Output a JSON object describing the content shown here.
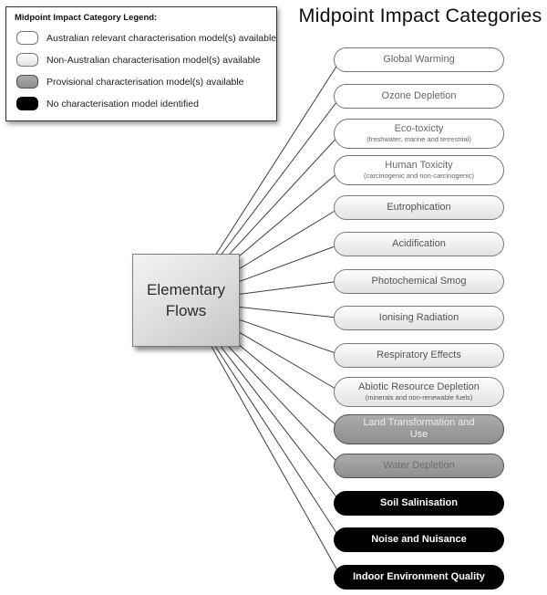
{
  "title": "Midpoint Impact Categories",
  "legend": {
    "title": "Midpoint Impact Category Legend:",
    "items": [
      {
        "label": "Australian relevant characterisation model(s) available",
        "variant": "australian",
        "swatch_color": "#ffffff"
      },
      {
        "label": "Non-Australian characterisation model(s) available",
        "variant": "non_australian",
        "swatch_color": "#ededed"
      },
      {
        "label": "Provisional characterisation model(s) available",
        "variant": "provisional",
        "swatch_color": "#9b9b9b"
      },
      {
        "label": "No characterisation model identified",
        "variant": "none",
        "swatch_color": "#000000"
      }
    ]
  },
  "source_node": {
    "label": "Elementary Flows"
  },
  "categories": [
    {
      "label": "Global Warming",
      "variant": "australian"
    },
    {
      "label": "Ozone Depletion",
      "variant": "australian"
    },
    {
      "label": "Eco-toxicty",
      "sublabel": "(freshwater, marine and terrestrial)",
      "variant": "australian"
    },
    {
      "label": "Human Toxicity",
      "sublabel": "(carcinogenic and non-carcinogenic)",
      "variant": "australian"
    },
    {
      "label": "Eutrophication",
      "variant": "non_australian"
    },
    {
      "label": "Acidification",
      "variant": "non_australian"
    },
    {
      "label": "Photochemical Smog",
      "variant": "non_australian"
    },
    {
      "label": "Ionising Radiation",
      "variant": "non_australian"
    },
    {
      "label": "Respiratory Effects",
      "variant": "non_australian"
    },
    {
      "label": "Abiotic Resource Depletion",
      "sublabel": "(minerals and non-renewable fuels)",
      "variant": "non_australian"
    },
    {
      "label": "Land Transformation and Use",
      "variant": "provisional"
    },
    {
      "label": "Water Depletion",
      "variant": "provisional"
    },
    {
      "label": "Soil Salinisation",
      "variant": "none"
    },
    {
      "label": "Noise and Nuisance",
      "variant": "none"
    },
    {
      "label": "Indoor Environment Quality",
      "variant": "none"
    }
  ],
  "colors": {
    "australian_fill": "#ffffff",
    "non_australian_fill": "#ededed",
    "provisional_fill": "#9b9b9b",
    "no_model_fill": "#000000",
    "connector_stroke": "#3f3f3f"
  }
}
